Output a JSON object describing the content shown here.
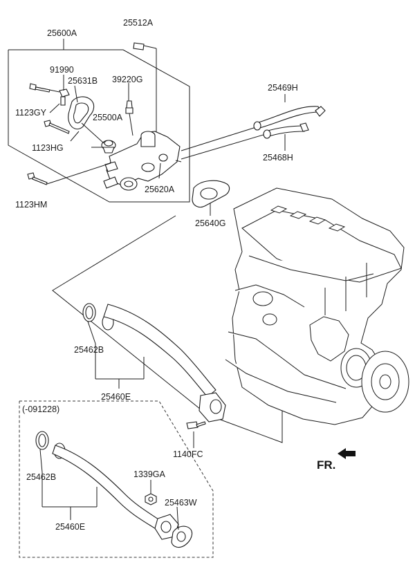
{
  "labels": {
    "p25600A": "25600A",
    "p25512A": "25512A",
    "p91990": "91990",
    "p25631B": "25631B",
    "p39220G": "39220G",
    "p25469H": "25469H",
    "p1123GY": "1123GY",
    "p25500A": "25500A",
    "p1123HG": "1123HG",
    "p25468H": "25468H",
    "p25620A": "25620A",
    "p1123HM": "1123HM",
    "p25640G": "25640G",
    "p25462B_top": "25462B",
    "p25460E_top": "25460E",
    "p1140FC": "1140FC",
    "variant": "(-091228)",
    "p25462B_bot": "25462B",
    "p1339GA": "1339GA",
    "p25463W": "25463W",
    "p25460E_bot": "25460E",
    "front": "FR."
  },
  "icons": {
    "front_arrow": "arrow-left-icon"
  }
}
